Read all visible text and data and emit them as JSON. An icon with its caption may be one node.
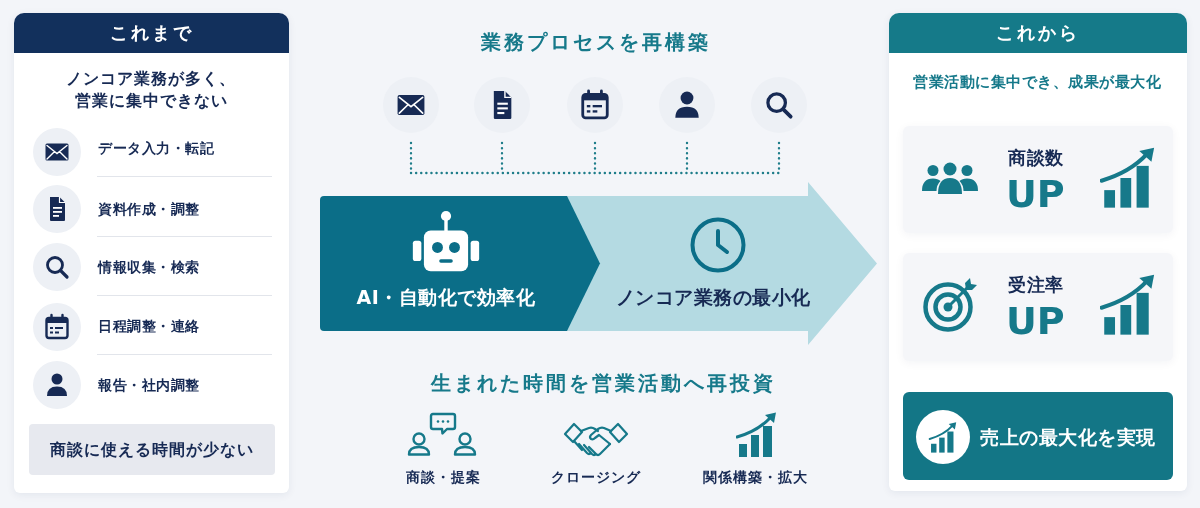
{
  "diagram": {
    "nodes": [
      {
        "text": [
          "これまで",
          "ノンコア業務が多く、営業に集中できない"
        ]
      },
      {
        "text": [
          "商談に使える時間が少ない"
        ],
        "in": 0
      },
      {
        "text": [
          "AI・自動化で効率化"
        ]
      },
      {
        "text": [
          "ノンコア業務の最小化"
        ]
      },
      {
        "text": [
          "これから",
          "営業活動に集中でき、成果が最大化"
        ]
      },
      {
        "text": [
          "商談数",
          "UP"
        ],
        "in": 4
      },
      {
        "text": [
          "受注率",
          "UP"
        ],
        "in": 4
      },
      {
        "text": [
          "売上の最大化を実現"
        ],
        "in": 4
      }
    ],
    "labels": [
      "データ入力・転記",
      "資料作成・調整",
      "情報収集・検索",
      "日程調整・連絡",
      "報告・社内調整",
      "業務プロセスを再構築",
      "生まれた時間を営業活動へ再投資",
      "商談・提案",
      "クロージング",
      "関係構築・拡大"
    ]
  }
}
